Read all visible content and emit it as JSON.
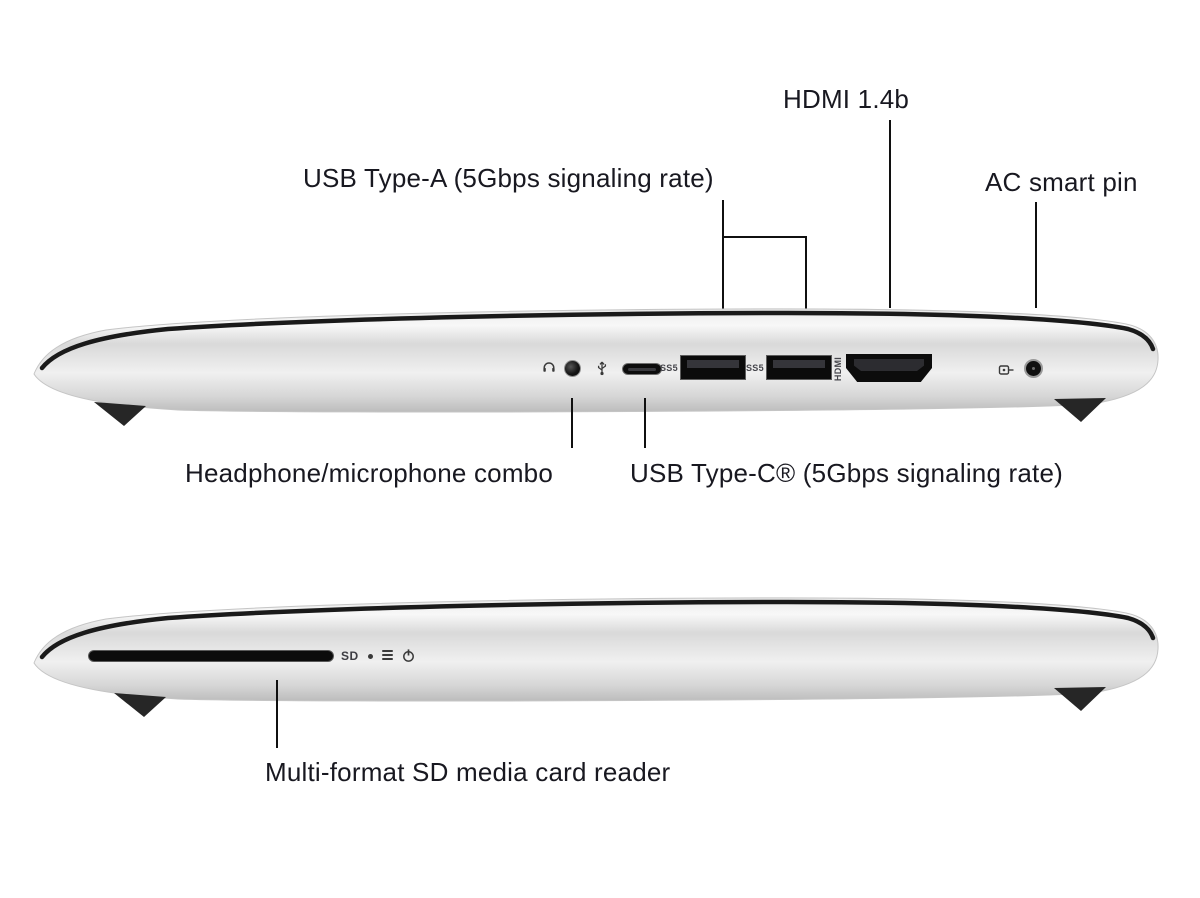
{
  "colors": {
    "background": "#ffffff",
    "text": "#181820",
    "line": "#101010",
    "seam": "#1a1a1a",
    "port": "#0d0d0d",
    "body_light": "#f8f8f8",
    "body_dark": "#bdbdbd"
  },
  "top_view": {
    "name": "right-side-profile",
    "callouts": {
      "hdmi": {
        "label": "HDMI 1.4b"
      },
      "usb_a": {
        "label": "USB Type-A (5Gbps signaling rate)"
      },
      "ac": {
        "label": "AC smart pin"
      },
      "headphone": {
        "label": "Headphone/microphone combo"
      },
      "usb_c": {
        "label": "USB Type-C® (5Gbps signaling rate)"
      }
    },
    "markings": {
      "usb_a_1": "SS5",
      "usb_a_2": "SS5",
      "hdmi": "HDMI"
    }
  },
  "bottom_view": {
    "name": "left-side-profile",
    "callouts": {
      "sd": {
        "label": "Multi-format SD media card reader"
      }
    },
    "markings": {
      "sd": "SD"
    }
  }
}
